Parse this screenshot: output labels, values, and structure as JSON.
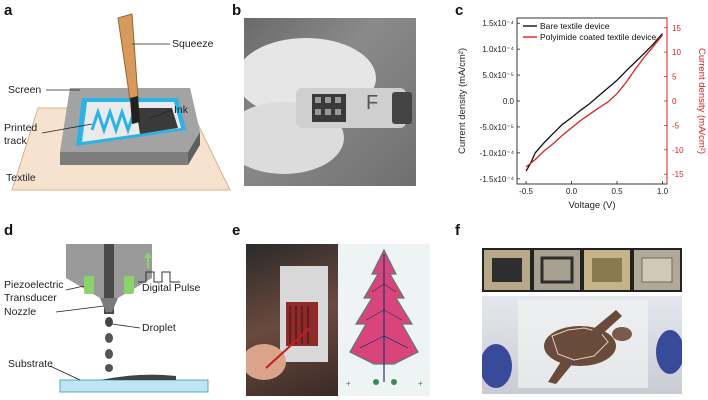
{
  "panels": {
    "a": {
      "letter": "a",
      "labels": {
        "squeeze": "Squeeze",
        "screen": "Screen",
        "ink": "Ink",
        "printed": "Printed",
        "track": "track",
        "textile": "Textile"
      }
    },
    "b": {
      "letter": "b",
      "lettering": "F"
    },
    "c": {
      "letter": "c"
    },
    "d": {
      "letter": "d",
      "labels": {
        "piezo1": "Piezoelectric",
        "piezo2": "Transducer",
        "pulse": "Digital Pulse",
        "nozzle": "Nozzle",
        "droplet": "Droplet",
        "substrate": "Substrate"
      }
    },
    "e": {
      "letter": "e"
    },
    "f": {
      "letter": "f"
    }
  },
  "colors": {
    "series_black": "#111111",
    "series_red": "#e02020",
    "screen_blue": "#2ab3e6",
    "leaf_pink": "#d9447a",
    "textile_beige": "#f6e3cf"
  },
  "chart_data": {
    "type": "line",
    "xlabel": "Voltage (V)",
    "ylabel": "Current density (mA/cm²)",
    "ylabel_right": "Current density (mA/cm²)",
    "xlim": [
      -0.6,
      1.05
    ],
    "ylim": [
      -0.00016,
      0.00016
    ],
    "ylim_right": [
      -17,
      17
    ],
    "x_ticks": [
      "-0.5",
      "0.0",
      "0.5",
      "1.0"
    ],
    "x_tick_values": [
      -0.5,
      0.0,
      0.5,
      1.0
    ],
    "y_ticks": [
      "1.5x10⁻⁴",
      "1.0x10⁻⁴",
      "5.0x10⁻⁵",
      "0.0",
      "-5.0x10⁻⁵",
      "-1.0x10⁻⁴",
      "-1.5x10⁻⁴"
    ],
    "y_tick_values": [
      0.00015,
      0.0001,
      5e-05,
      0,
      -5e-05,
      -0.0001,
      -0.00015
    ],
    "y_right_ticks": [
      "15",
      "10",
      "5",
      "0",
      "-5",
      "-10",
      "-15"
    ],
    "y_right_tick_values": [
      15,
      10,
      5,
      0,
      -5,
      -10,
      -15
    ],
    "legend_position": "top-left",
    "series": [
      {
        "name": "Bare textile device",
        "axis": "left",
        "color": "#111111",
        "x": [
          -0.5,
          -0.45,
          -0.4,
          -0.3,
          -0.2,
          -0.1,
          0.0,
          0.1,
          0.2,
          0.3,
          0.4,
          0.5,
          0.6,
          0.7,
          0.8,
          0.9,
          1.0
        ],
        "y": [
          -0.000135,
          -0.00012,
          -0.0001,
          -8e-05,
          -6.2e-05,
          -4.5e-05,
          -3.2e-05,
          -1.8e-05,
          -5e-06,
          1e-05,
          2.5e-05,
          4e-05,
          5.8e-05,
          7.5e-05,
          9.2e-05,
          0.00011,
          0.00013
        ]
      },
      {
        "name": "Polyimide coated textile device",
        "axis": "right",
        "color": "#e02020",
        "x": [
          -0.5,
          -0.4,
          -0.3,
          -0.2,
          -0.1,
          0.0,
          0.1,
          0.2,
          0.3,
          0.4,
          0.5,
          0.6,
          0.7,
          0.8,
          0.9,
          1.0
        ],
        "y": [
          -13.5,
          -12.0,
          -10.2,
          -8.7,
          -7.0,
          -5.5,
          -4.0,
          -2.7,
          -1.4,
          -0.2,
          1.5,
          3.8,
          6.5,
          9.0,
          11.2,
          13.5
        ]
      }
    ]
  }
}
